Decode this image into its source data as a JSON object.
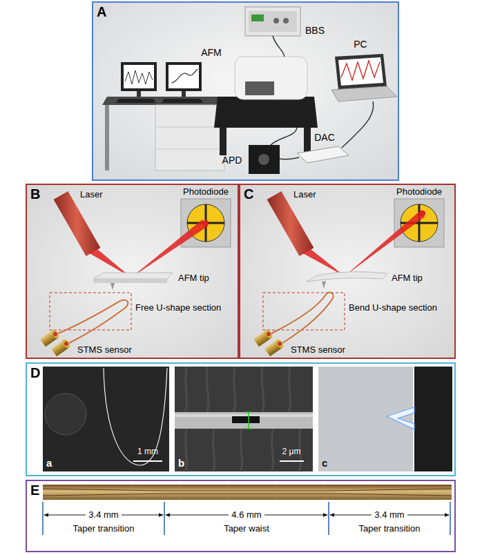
{
  "diagram": {
    "nodes": [
      {
        "text": [
          "A"
        ]
      },
      {
        "text": [
          "B"
        ]
      },
      {
        "text": [
          "C"
        ]
      },
      {
        "text": [
          "D"
        ]
      },
      {
        "text": [
          "E"
        ]
      },
      {
        "text": [
          "a"
        ],
        "in": 3
      },
      {
        "text": [
          "b"
        ],
        "in": 3
      },
      {
        "text": [
          "c"
        ],
        "in": 3
      }
    ],
    "labels": [
      "BBS",
      "AFM",
      "PC",
      "DAC",
      "APD",
      "Laser",
      "Photodiode",
      "AFM tip",
      "Free U-shape section",
      "STMS sensor",
      "Laser",
      "Photodiode",
      "AFM tip",
      "Bend U-shape section",
      "STMS sensor",
      "1 mm",
      "2 μm",
      "3.4 mm",
      "Taper transition",
      "4.6 mm",
      "Taper waist",
      "3.4 mm",
      "Taper transition"
    ]
  }
}
